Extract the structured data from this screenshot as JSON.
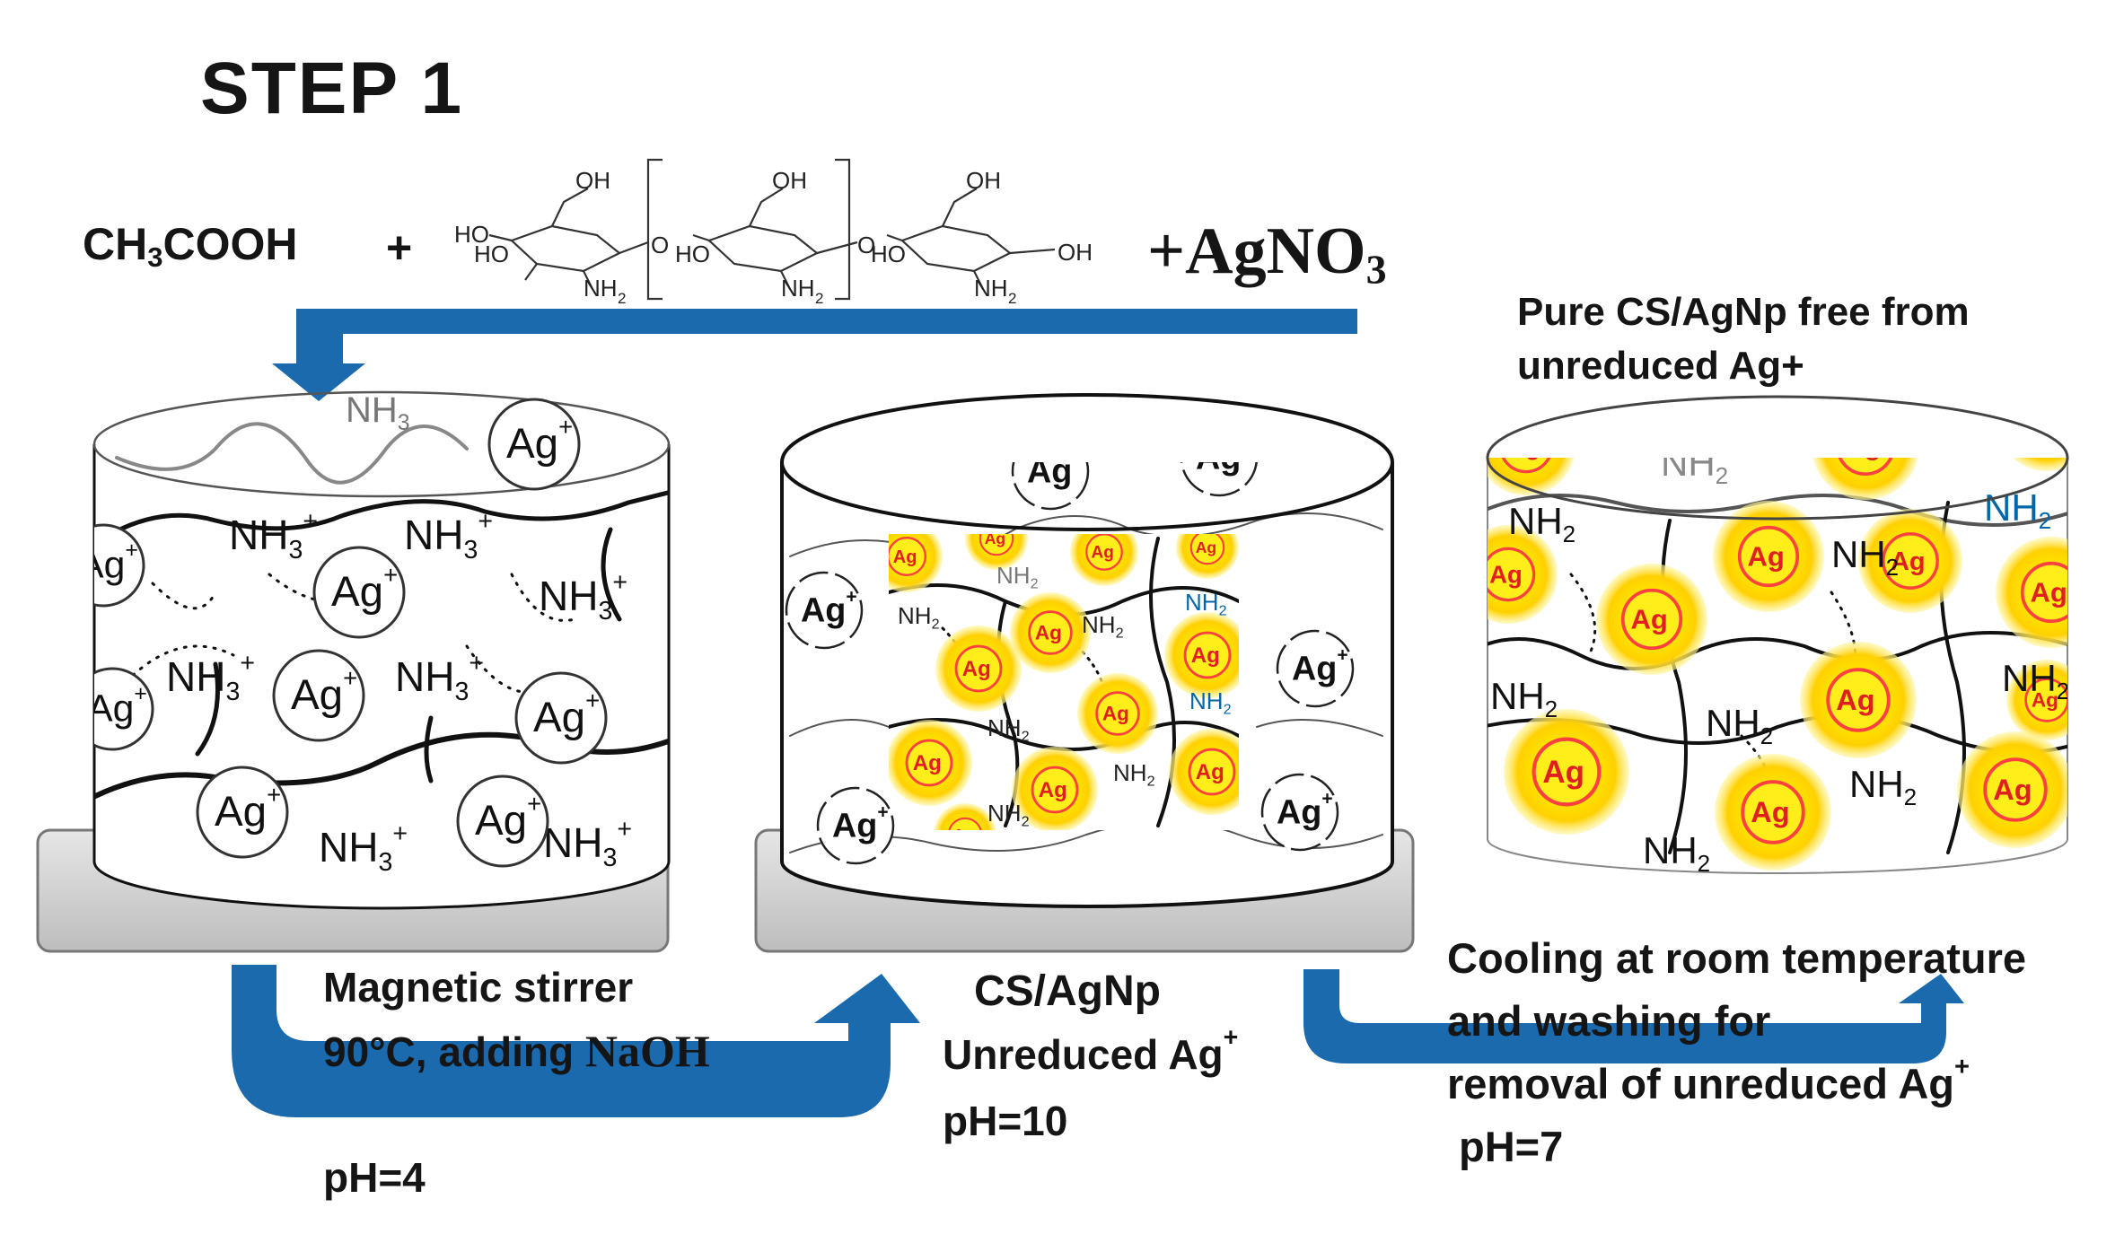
{
  "title": "STEP 1",
  "reagents": {
    "acid": {
      "main": "CH",
      "sub1": "3",
      "rest": "COOH"
    },
    "plus": "+",
    "silver_nitrate": {
      "main": "+AgNO",
      "sub": "3"
    }
  },
  "chitosan_groups": {
    "oh": "OH",
    "ho": "HO",
    "nh2": "NH",
    "nh2_sub": "2",
    "o": "O"
  },
  "beaker_labels": {
    "ag_plus": "Ag",
    "ag_plus_charge": "+",
    "ag": "Ag",
    "nh3": "NH",
    "nh3_sub": "3",
    "nh3_charge": "+",
    "nh2": "NH",
    "nh2_sub": "2"
  },
  "stage1": {
    "line1": "Magnetic stirrer",
    "line2_prefix": "90°C, adding ",
    "line2_reagent": "NaOH",
    "ph": "pH=4"
  },
  "stage2": {
    "title": "CS/AgNp",
    "line1": "Unreduced Ag",
    "line1_charge": "+",
    "ph": "pH=10"
  },
  "stage3": {
    "heading_line1": "Pure CS/AgNp free from",
    "heading_line2": "unreduced Ag+",
    "line1": "Cooling at room temperature",
    "line2": "and washing  for",
    "line3": "removal of unreduced Ag",
    "line3_charge": "+",
    "ph": "pH=7"
  },
  "colors": {
    "arrow": "#1a6aad",
    "stand": "#d4d4d4",
    "np_outer": "#ffee1a",
    "np_ring": "#ff4040",
    "np_text": "#e02020"
  }
}
